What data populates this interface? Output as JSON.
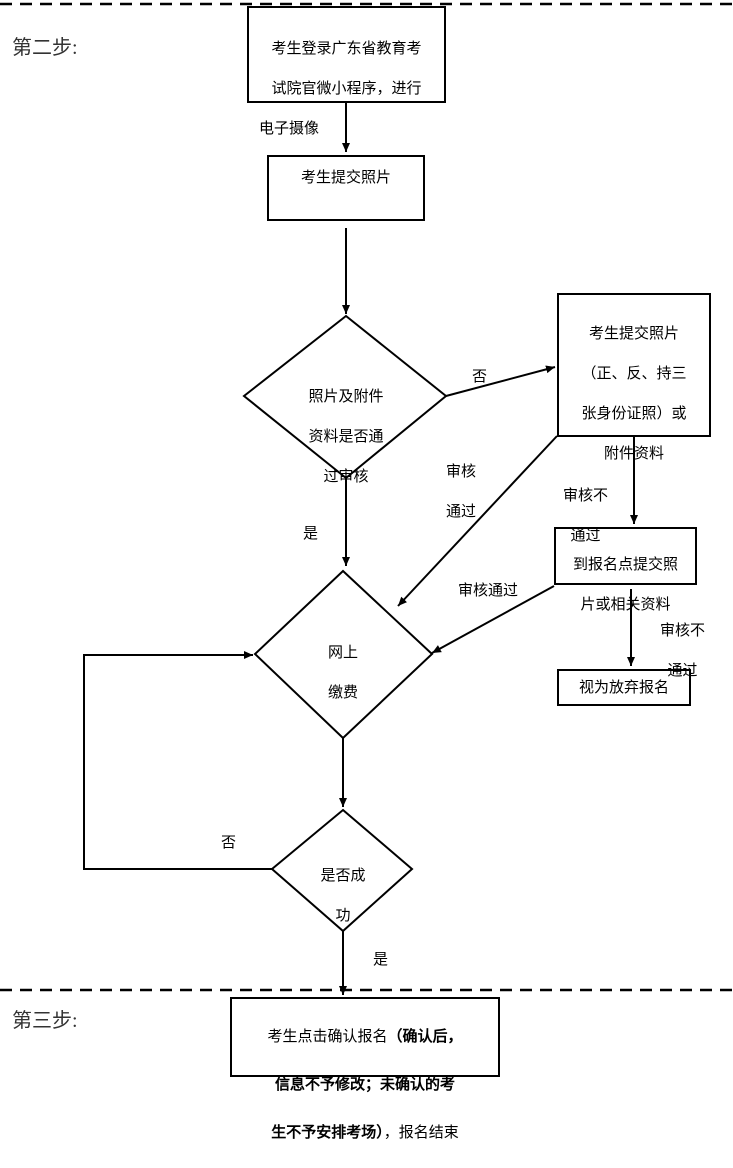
{
  "steps": {
    "step2": "第二步:",
    "step3": "第三步:"
  },
  "nodes": {
    "login": "考生登录广东省教育考试院官微小程序，进行电子摄像",
    "login_lines": [
      "考生登录广东省教育考",
      "试院官微小程序，进行",
      "电子摄像"
    ],
    "submit_photo": "考生提交照片",
    "review_decision": [
      "照片及附件",
      "资料是否通",
      "过审核"
    ],
    "resubmit": [
      "考生提交照片",
      "（正、反、持三",
      "张身份证照）或",
      "附件资料"
    ],
    "site_submit": [
      "到报名点提交照",
      "片或相关资料"
    ],
    "give_up": "视为放弃报名",
    "pay": [
      "网上",
      "缴费"
    ],
    "success_decision": [
      "是否成",
      "功"
    ],
    "confirm": {
      "line1_plain": "考生点击确认报名",
      "line1_bold": "（确认后，",
      "line2_bold": "信息不予修改；未确认的考",
      "line3_bold": "生不予安排考场）",
      "line3_plain": "，报名结束"
    }
  },
  "edge_labels": {
    "no_1": "否",
    "review_pass_1": [
      "审核",
      "通过"
    ],
    "review_fail_1": [
      "审核不",
      "通过"
    ],
    "yes_1": "是",
    "review_pass_2": "审核通过",
    "review_fail_2": [
      "审核不",
      "通过"
    ],
    "no_2": "否",
    "yes_2": "是"
  }
}
